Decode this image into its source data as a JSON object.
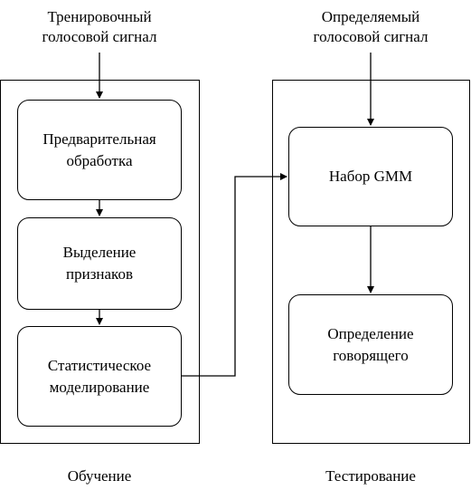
{
  "inputs": {
    "training": "Тренировочный\nголосовой сигнал",
    "test": "Определяемый\nголосовой сигнал"
  },
  "training_panel": {
    "caption": "Обучение",
    "steps": [
      "Предварительная\nобработка",
      "Выделение\nпризнаков",
      "Статистическое\nмоделирование"
    ]
  },
  "testing_panel": {
    "caption": "Тестирование",
    "steps": [
      "Набор GMM",
      "Определение\nговорящего"
    ]
  }
}
